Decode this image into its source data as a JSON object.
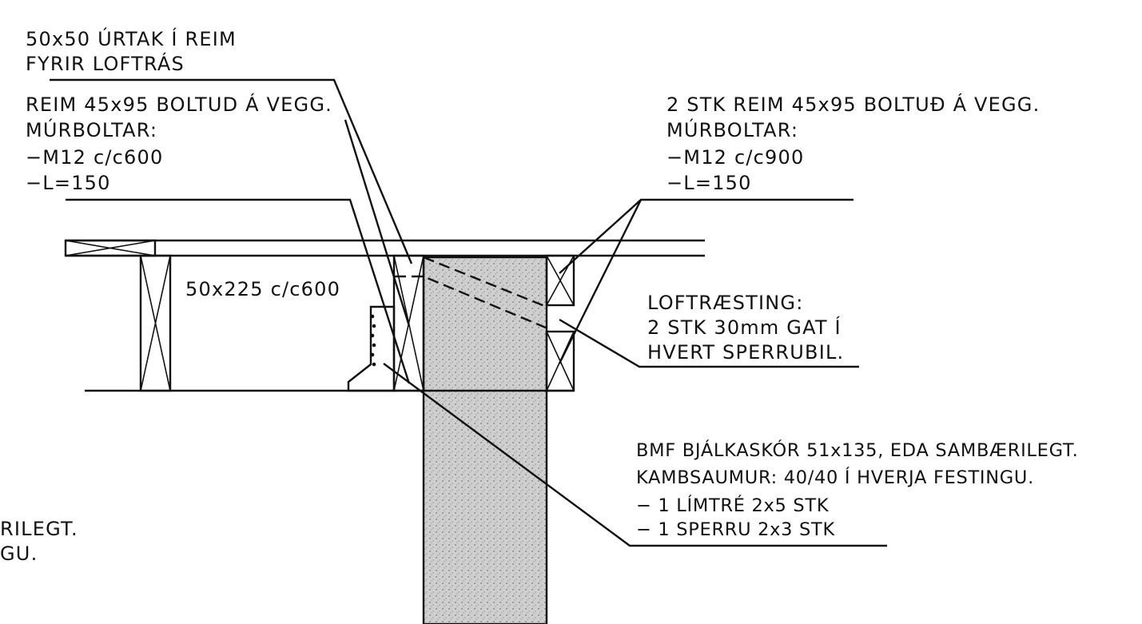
{
  "notes": {
    "top_left": {
      "lines": [
        "50x50 ÚRTAK Í REIM",
        "FYRIR LOFTRÁS"
      ]
    },
    "reim_left": {
      "lines": [
        "REIM 45x95 BOLTUD Á VEGG.",
        "MÚRBOLTAR:",
        "−M12  c/c600",
        "−L=150"
      ]
    },
    "reim_right": {
      "lines": [
        "2 STK REIM 45x95 BOLTUÐ Á VEGG.",
        "MÚRBOLTAR:",
        "−M12  c/c900",
        "−L=150"
      ]
    },
    "joist_spacing": "50x225   c/c600",
    "ventilation": {
      "lines": [
        "LOFTRÆSTING:",
        "2 STK 30mm GAT Í",
        "HVERT SPERRUBIL."
      ]
    },
    "hanger": {
      "lines": [
        "BMF BJÁLKASKÓR 51x135, EDA SAMBÆRILEGT.",
        "KAMBSAUMUR: 40/40 Í HVERJA FESTINGU.",
        "−  1   LÍMTRÉ 2x5 STK",
        "−  1  SPERRU 2x3 STK"
      ]
    },
    "cropped_fragment": {
      "lines": [
        "RILEGT.",
        "GU."
      ]
    }
  },
  "colors": {
    "ink": "#111111",
    "wall_fill": "#c9c9c9"
  }
}
